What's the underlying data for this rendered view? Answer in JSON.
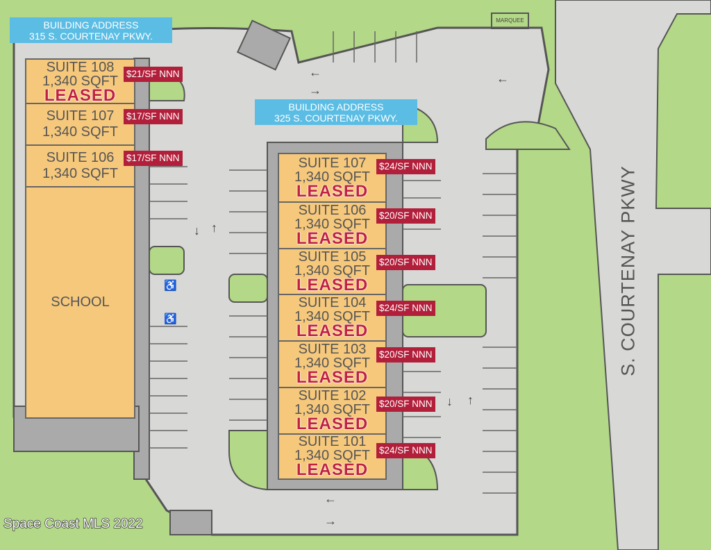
{
  "addresses": [
    {
      "title": "BUILDING ADDRESS",
      "address": "315 S. COURTENAY PKWY."
    },
    {
      "title": "BUILDING ADDRESS",
      "address": "325 S. COURTENAY PKWY."
    }
  ],
  "west_building": [
    {
      "suite": "SUITE 108",
      "sqft": "1,340 SQFT",
      "price": "$21/SF NNN",
      "leased": "LEASED"
    },
    {
      "suite": "SUITE 107",
      "sqft": "1,340 SQFT",
      "price": "$17/SF NNN",
      "leased": null
    },
    {
      "suite": "SUITE 106",
      "sqft": "1,340 SQFT",
      "price": "$17/SF NNN",
      "leased": null
    }
  ],
  "school_label": "SCHOOL",
  "east_building": [
    {
      "suite": "SUITE 107",
      "sqft": "1,340 SQFT",
      "price": "$24/SF NNN",
      "leased": "LEASED"
    },
    {
      "suite": "SUITE 106",
      "sqft": "1,340 SQFT",
      "price": "$20/SF NNN",
      "leased": "LEASED"
    },
    {
      "suite": "SUITE 105",
      "sqft": "1,340 SQFT",
      "price": "$20/SF NNN",
      "leased": "LEASED"
    },
    {
      "suite": "SUITE 104",
      "sqft": "1,340 SQFT",
      "price": "$24/SF NNN",
      "leased": "LEASED"
    },
    {
      "suite": "SUITE 103",
      "sqft": "1,340 SQFT",
      "price": "$20/SF NNN",
      "leased": "LEASED"
    },
    {
      "suite": "SUITE 102",
      "sqft": "1,340 SQFT",
      "price": "$20/SF NNN",
      "leased": "LEASED"
    },
    {
      "suite": "SUITE 101",
      "sqft": "1,340 SQFT",
      "price": "$24/SF NNN",
      "leased": "LEASED"
    }
  ],
  "road_label": "S. COURTENAY PKWY",
  "marquee_label": "MARQUEE",
  "credit": "Space Coast MLS 2022",
  "colors": {
    "grass": "#b3d887",
    "pavement": "#d8d8d6",
    "building": "#f6c87c",
    "price_tag": "#b21f3b",
    "address_label": "#5bbde4"
  }
}
